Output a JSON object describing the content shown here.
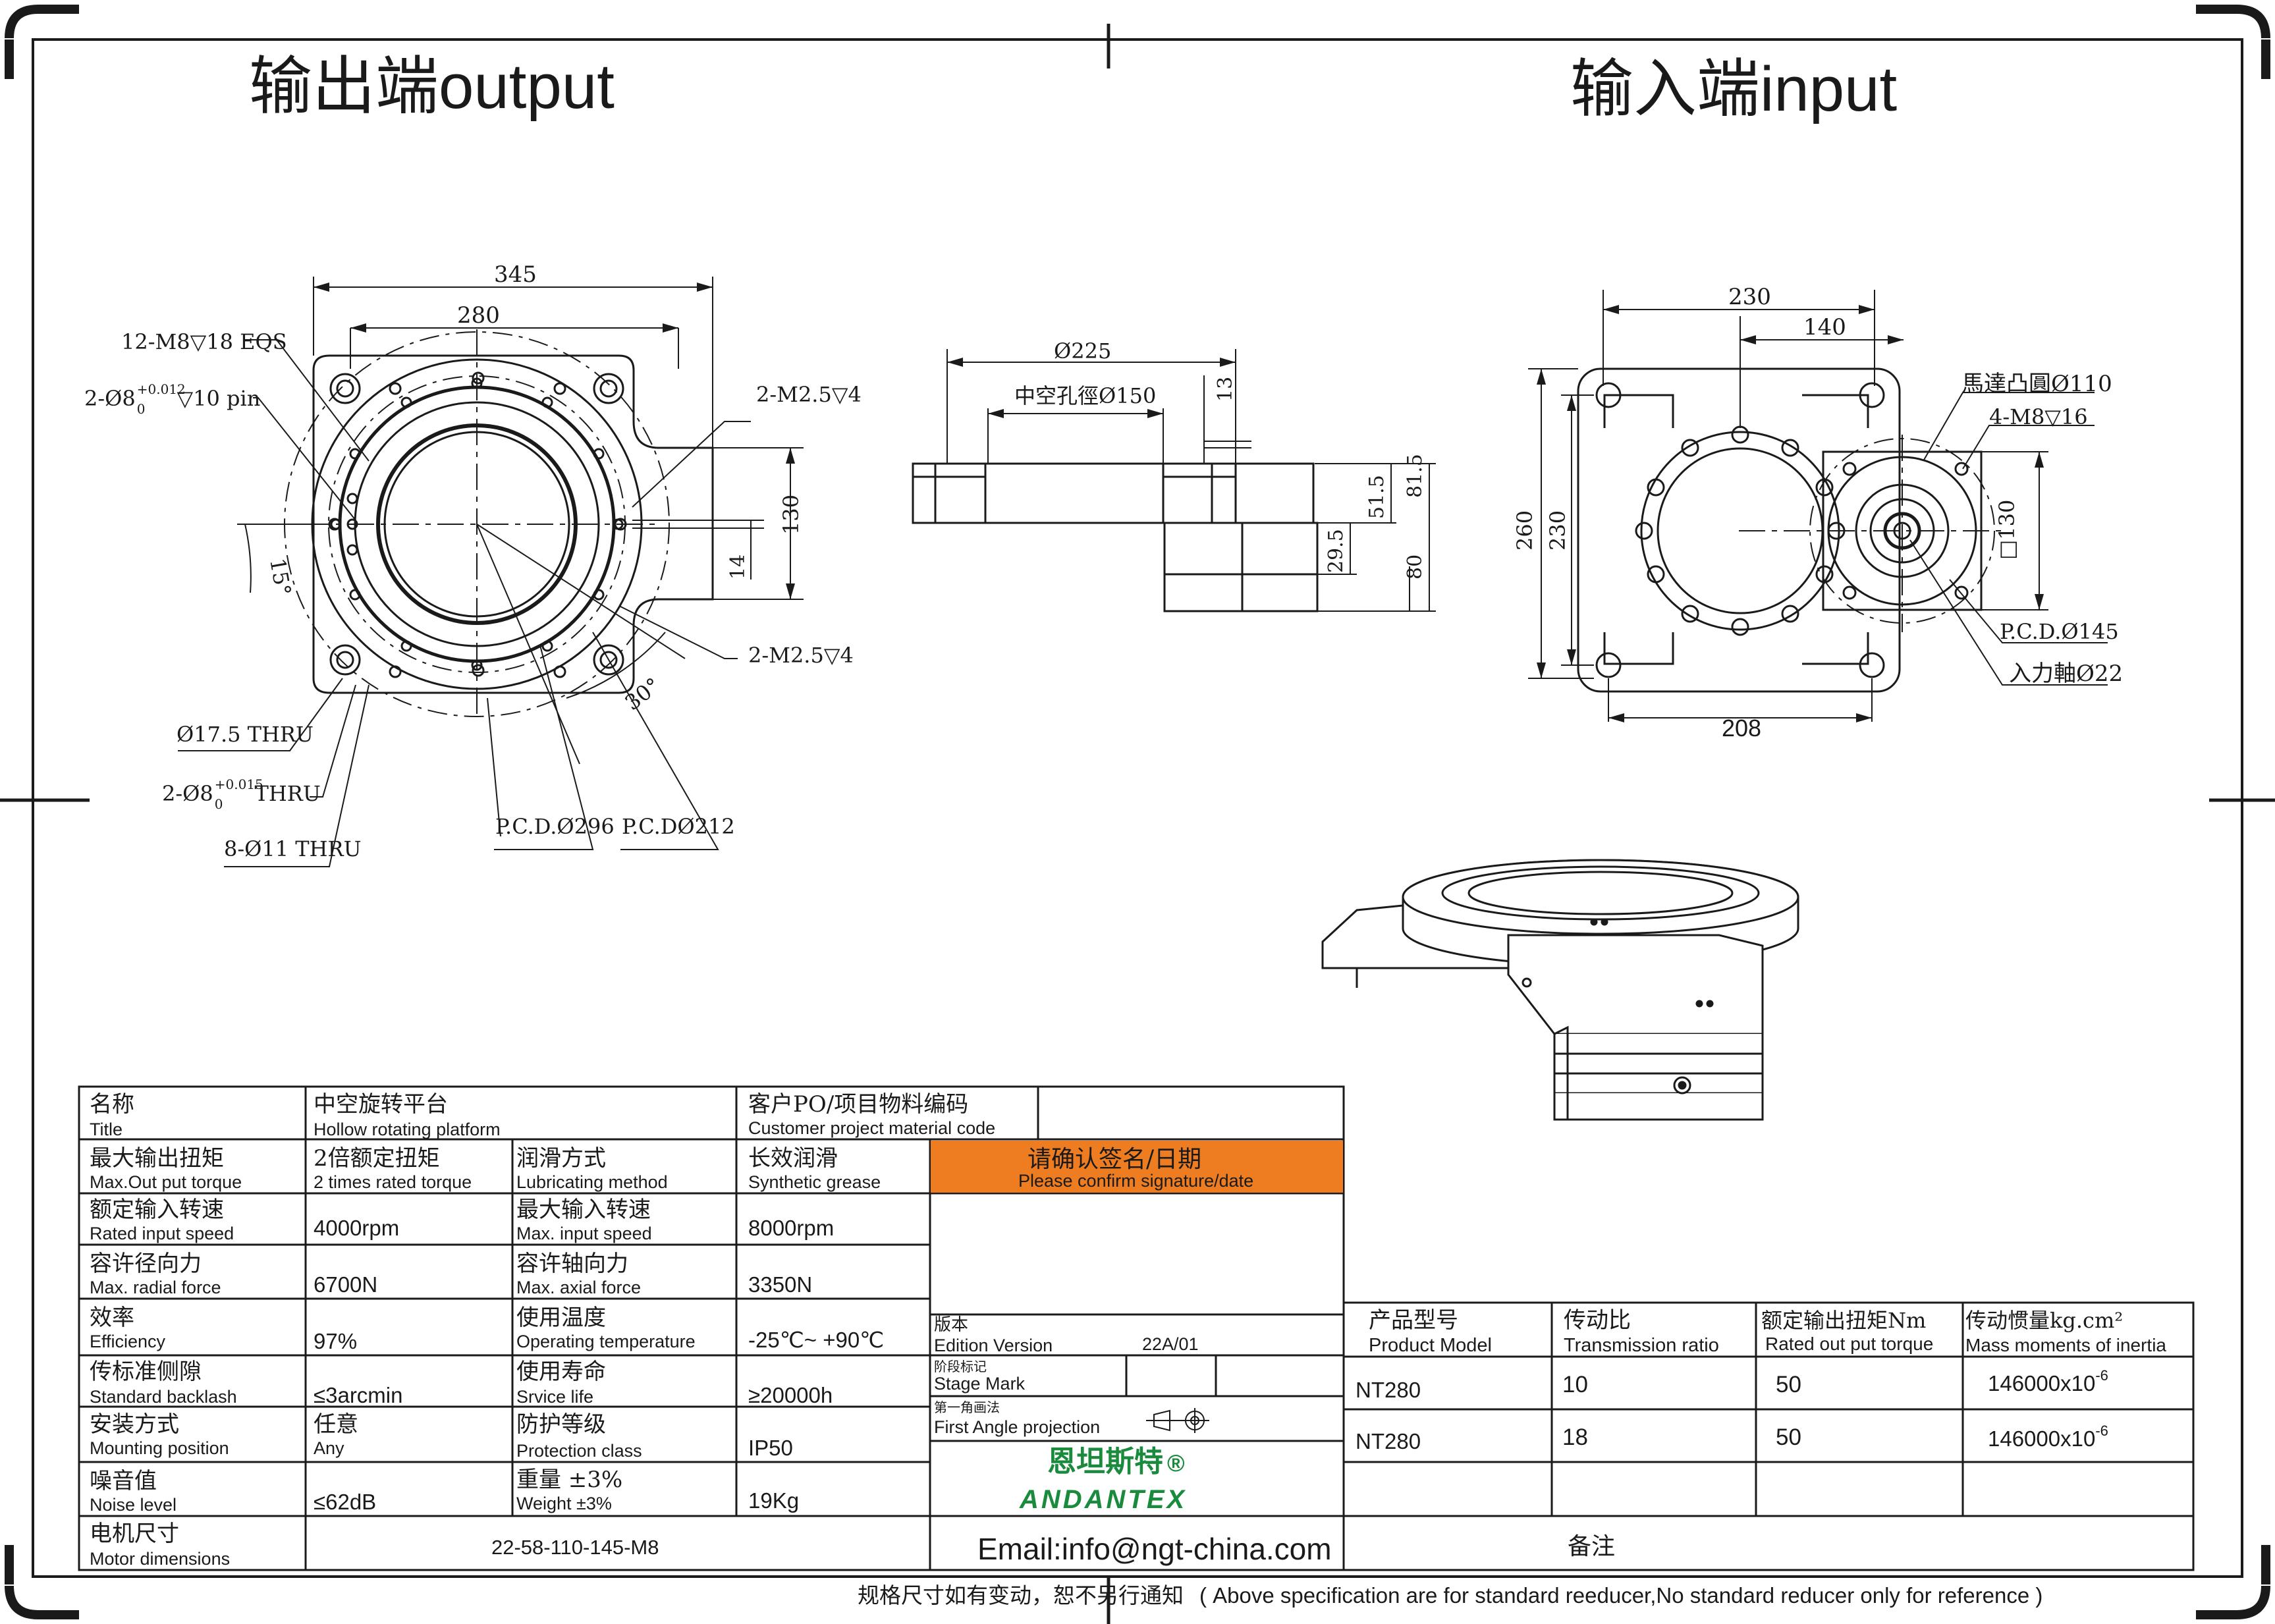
{
  "colors": {
    "line": "#1a1a1a",
    "accent_orange": "#ee7d22",
    "brand_green": "#1a8a3c"
  },
  "header": {
    "output_label": "输出端output",
    "input_label": "输入端input"
  },
  "drawing": {
    "top_view": {
      "dim_345": "345",
      "dim_280": "280",
      "holes_12": "12-M8▽18 EQS",
      "pin_2": "2-Ø8",
      "pin_tol_upper": "+0.012",
      "pin_tol_lower": "0",
      "pin_depth": "▽10 pin",
      "m25_top": "2-M2.5▽4",
      "dim_130": "130",
      "dim_14": "14",
      "angle_15": "15°",
      "m25_bottom": "2-M2.5▽4",
      "angle_30": "30°",
      "thru_175": "Ø17.5 THRU",
      "pin_thru_prefix": "2-Ø8",
      "pin_thru_tol_upper": "+0.015",
      "pin_thru_tol_lower": "0",
      "pin_thru_suffix": "THRU",
      "holes_8_11": "8-Ø11 THRU",
      "pcd_296": "P.C.D.Ø296",
      "pcd_212": "P.C.DØ212"
    },
    "side_view": {
      "dim_225": "Ø225",
      "hollow_150": "中空孔徑Ø150",
      "dim_13": "13",
      "dim_515": "51.5",
      "dim_815": "81.5",
      "dim_295": "29.5",
      "dim_80": "80"
    },
    "input_view": {
      "dim_230_top": "230",
      "dim_140": "140",
      "motor_boss": "馬達凸圓Ø110",
      "m8_holes": "4-M8▽16",
      "square_130": "□130",
      "dim_260": "260",
      "dim_230_left": "230",
      "pcd_145": "P.C.D.Ø145",
      "input_shaft": "入力軸Ø22",
      "dim_208": "208"
    }
  },
  "spec_table": {
    "title_label_cn": "名称",
    "title_label_en": "Title",
    "title_value_cn": "中空旋转平台",
    "title_value_en": "Hollow rotating platform",
    "po_label_cn": "客户PO/项目物料编码",
    "po_label_en": "Customer project material code",
    "rows": [
      {
        "l1_cn": "最大输出扭矩",
        "l1_en": "Max.Out put torque",
        "v1_cn": "2倍额定扭矩",
        "v1_en": "2 times rated torque",
        "l2_cn": "润滑方式",
        "l2_en": "Lubricating method",
        "v2_cn": "长效润滑",
        "v2_en": "Synthetic grease"
      },
      {
        "l1_cn": "额定输入转速",
        "l1_en": "Rated input speed",
        "v1": "4000rpm",
        "l2_cn": "最大输入转速",
        "l2_en": "Max. input speed",
        "v2": "8000rpm"
      },
      {
        "l1_cn": "容许径向力",
        "l1_en": "Max. radial force",
        "v1": "6700N",
        "l2_cn": "容许轴向力",
        "l2_en": "Max. axial force",
        "v2": "3350N"
      },
      {
        "l1_cn": "效率",
        "l1_en": "Efficiency",
        "v1": "97%",
        "l2_cn": "使用温度",
        "l2_en": "Operating temperature",
        "v2": "-25℃~ +90℃"
      },
      {
        "l1_cn": "传标准侧隙",
        "l1_en": "Standard backlash",
        "v1": "≤3arcmin",
        "l2_cn": "使用寿命",
        "l2_en": "Srvice life",
        "v2": "≥20000h"
      },
      {
        "l1_cn": "安装方式",
        "l1_en": "Mounting position",
        "v1_cn": "任意",
        "v1_en": "Any",
        "l2_cn": "防护等级",
        "l2_en": "Protection class",
        "v2": "IP50"
      },
      {
        "l1_cn": "噪音值",
        "l1_en": "Noise level",
        "v1": "≤62dB",
        "l2_cn": "重量 ±3%",
        "l2_en": "Weight ±3%",
        "v2": "19Kg"
      }
    ],
    "motor_label_cn": "电机尺寸",
    "motor_label_en": "Motor dimensions",
    "motor_value": "22-58-110-145-M8",
    "confirm_cn": "请确认签名/日期",
    "confirm_en": "Please confirm signature/date",
    "edition_cn": "版本",
    "edition_en": "Edition Version",
    "edition_value": "22A/01",
    "stage_cn": "阶段标记",
    "stage_en": "Stage Mark",
    "projection_cn": "第一角画法",
    "projection_en": "First Angle projection",
    "brand_cn": "恩坦斯特",
    "brand_mark": "®",
    "brand_en": "ANDANTEX",
    "email": "Email:info@ngt-china.com",
    "remark": "备注"
  },
  "model_table": {
    "headers": [
      {
        "cn": "产品型号",
        "en": "Product Model"
      },
      {
        "cn": "传动比",
        "en": "Transmission ratio"
      },
      {
        "cn": "额定输出扭矩Nm",
        "en": "Rated out put torque"
      },
      {
        "cn": "传动惯量kg.cm²",
        "en": "Mass moments of inertia"
      }
    ],
    "rows": [
      {
        "model": "NT280",
        "ratio": "10",
        "torque": "50",
        "inertia": "146000x10",
        "exp": "-6"
      },
      {
        "model": "NT280",
        "ratio": "18",
        "torque": "50",
        "inertia": "146000x10",
        "exp": "-6"
      }
    ]
  },
  "footer": {
    "note_cn": "规格尺寸如有变动，恕不另行通知",
    "note_en": "( Above specification are for standard reeducer,No standard reducer only for reference )"
  }
}
